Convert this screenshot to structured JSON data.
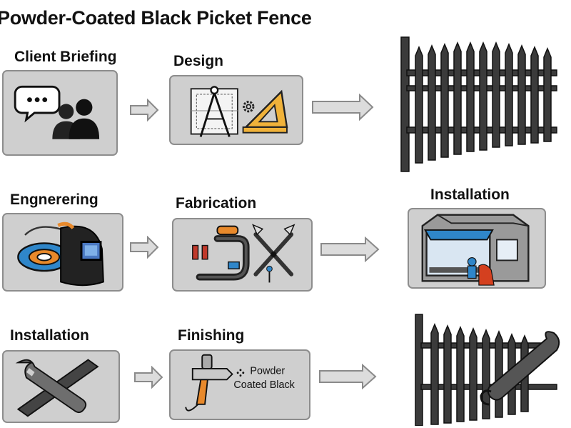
{
  "title": "Powder-Coated Black Picket Fence",
  "steps": {
    "client_briefing": "Client Briefing",
    "design": "Design",
    "engineering": "Engnerering",
    "fabrication": "Fabrication",
    "installation_top": "Installation",
    "installation_bottom": "Installation",
    "finishing": "Finishing"
  },
  "finishing_note": {
    "line1": "Powder",
    "line2": "Coated Black"
  },
  "colors": {
    "card_fill": "#cfcfcf",
    "card_border": "#8d8d8d",
    "arrow_fill": "#dcdcdc",
    "arrow_stroke": "#8a8a8a",
    "fence": "#3b3b3b",
    "accent_orange": "#e8892b",
    "accent_blue": "#2f86c9"
  },
  "icons": [
    "speech-bubble-icon",
    "people-icon",
    "blueprint-icon",
    "compass-icon",
    "gear-icon",
    "triangle-ruler-icon",
    "tape-measure-icon",
    "welding-mask-icon",
    "welding-torch-icon",
    "shears-icon",
    "wrench-icon",
    "spray-gun-icon",
    "workshop-icon",
    "fence-icon"
  ]
}
